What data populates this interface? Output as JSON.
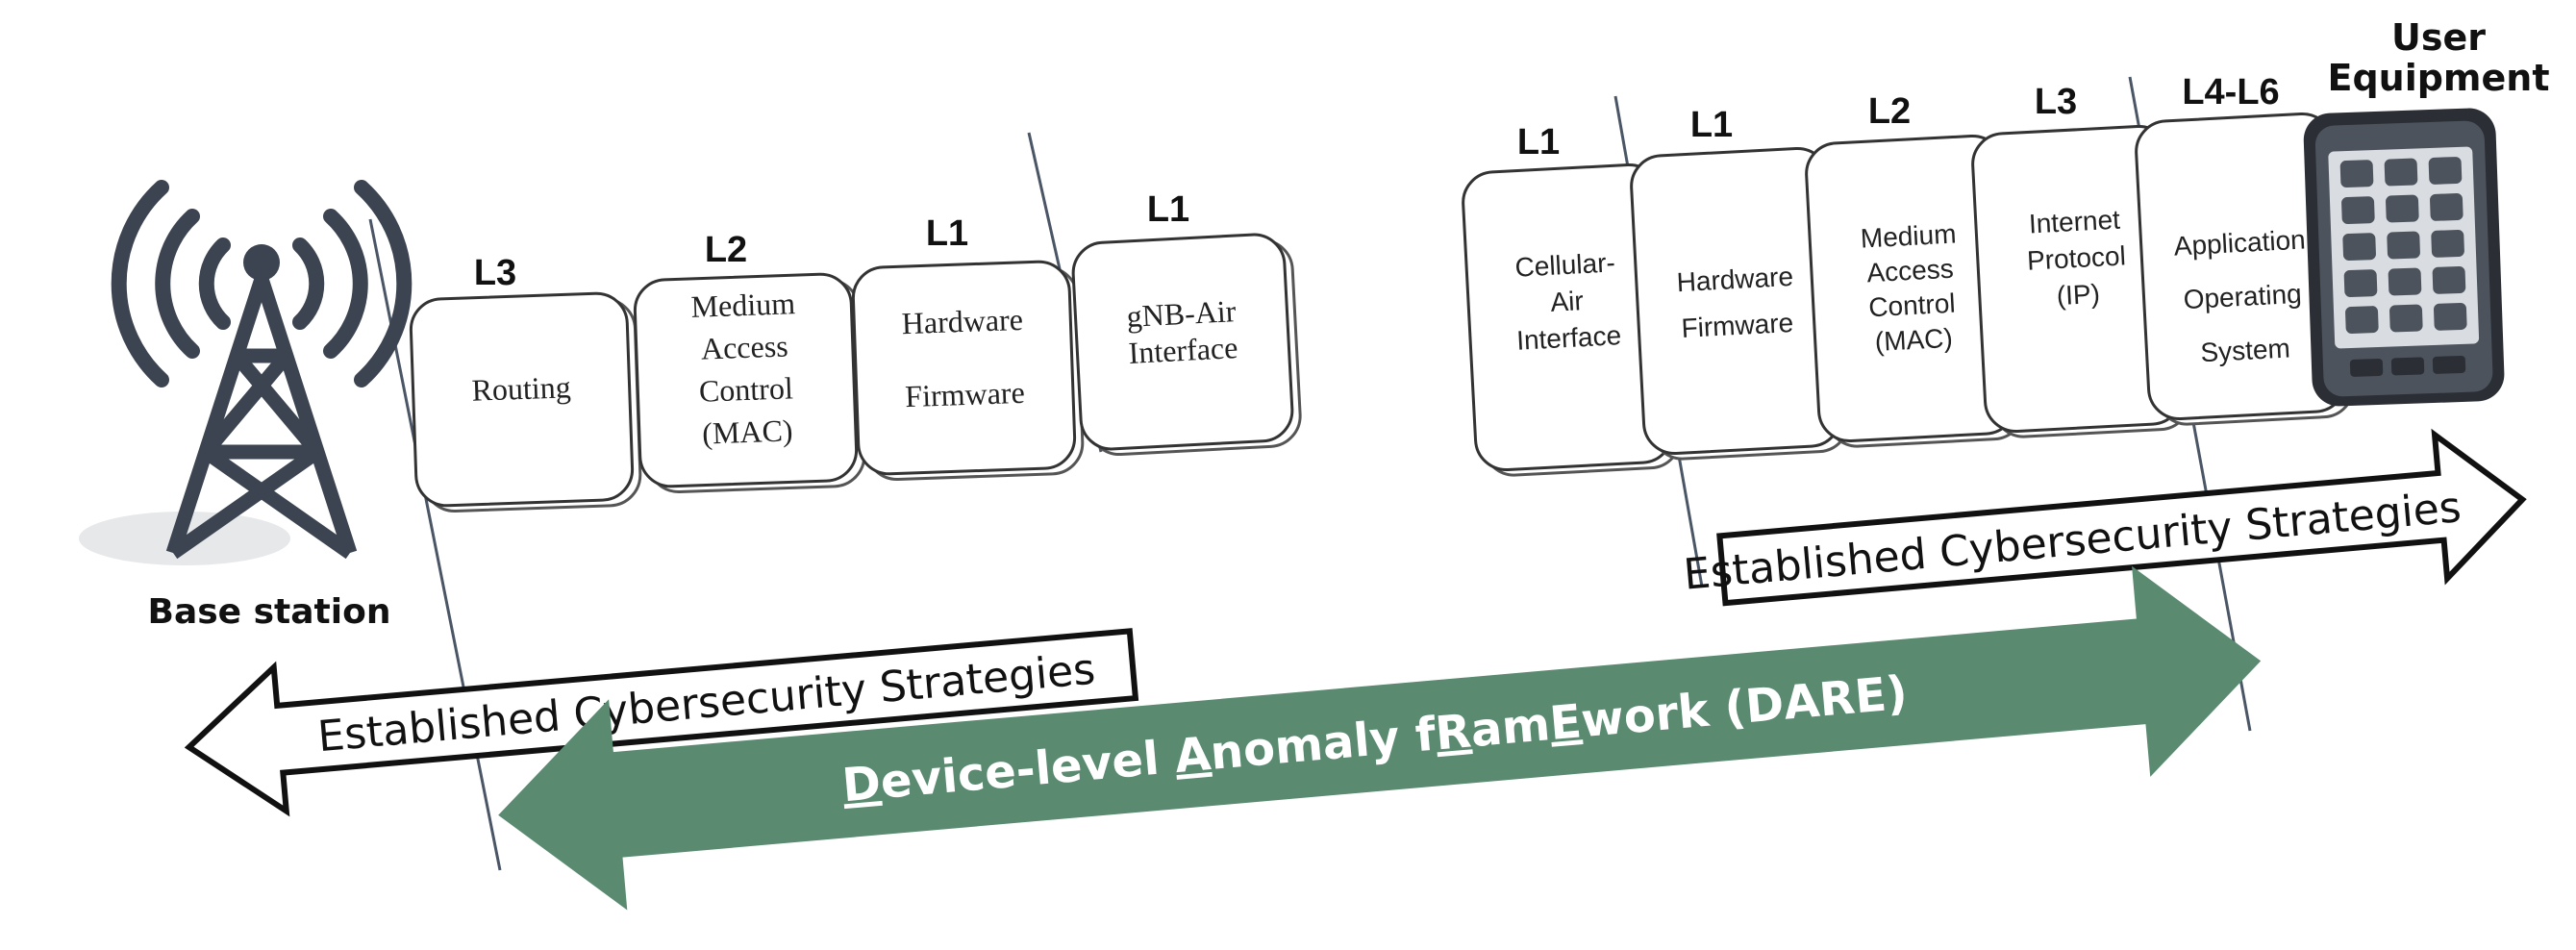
{
  "base_station": {
    "label": "Base station",
    "icon": "cell-tower-icon"
  },
  "user_equipment": {
    "label_line1": "User",
    "label_line2": "Equipment",
    "icon": "smartphone-icon"
  },
  "base_layers": [
    {
      "layer": "L3",
      "lines": [
        "Routing"
      ]
    },
    {
      "layer": "L2",
      "lines": [
        "Medium",
        "Access",
        "Control",
        "(MAC)"
      ]
    },
    {
      "layer": "L1",
      "lines": [
        "Hardware",
        "",
        "Firmware"
      ]
    },
    {
      "layer": "L1",
      "lines": [
        "gNB-Air",
        "Interface"
      ]
    }
  ],
  "ue_layers": [
    {
      "layer": "L1",
      "lines": [
        "Cellular-",
        "Air",
        "Interface"
      ]
    },
    {
      "layer": "L1",
      "lines": [
        "Hardware",
        "Firmware"
      ]
    },
    {
      "layer": "L2",
      "lines": [
        "Medium",
        "Access",
        "Control",
        "(MAC)"
      ]
    },
    {
      "layer": "L3",
      "lines": [
        "Internet",
        "Protocol",
        "(IP)"
      ]
    },
    {
      "layer": "L4-L6",
      "lines": [
        "Application",
        "Operating",
        "System"
      ]
    }
  ],
  "left_arrow": {
    "text": "Established Cybersecurity Strategies"
  },
  "right_arrow": {
    "text": "Established Cybersecurity Strategies"
  },
  "dare": {
    "segments": [
      "D",
      "evice-level ",
      "A",
      "nomaly f",
      "R",
      "am",
      "E",
      "work (DARE)"
    ],
    "color": "#5a8a70"
  }
}
